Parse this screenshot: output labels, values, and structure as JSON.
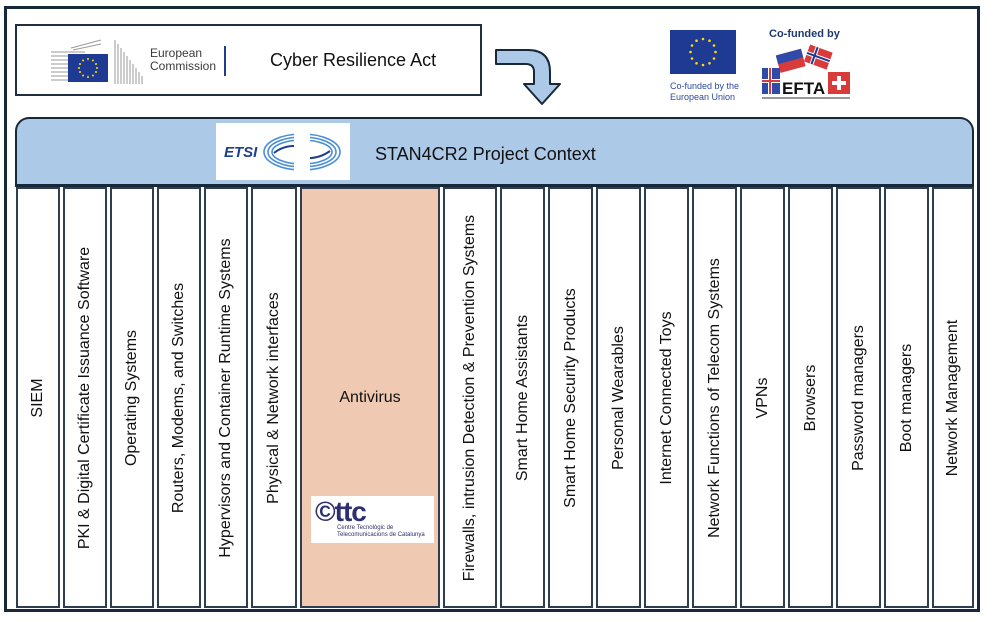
{
  "header": {
    "ec_logo_line1": "European",
    "ec_logo_line2": "Commission",
    "cra_title": "Cyber Resilience Act",
    "eu_caption_line1": "Co-funded by the",
    "eu_caption_line2": "European Union",
    "efta_title": "Co-funded by",
    "efta_word": "EFTA"
  },
  "context": {
    "logo_text": "ETSI",
    "title": "STAN4CR2 Project Context"
  },
  "columns": [
    {
      "label": "SIEM"
    },
    {
      "label": "PKI & Digital Certificate Issuance Software"
    },
    {
      "label": "Operating Systems"
    },
    {
      "label": "Routers, Modems, and Switches"
    },
    {
      "label": "Hypervisors and Container Runtime Systems"
    },
    {
      "label": "Physical & Network interfaces"
    },
    {
      "label": "Antivirus",
      "highlighted": true,
      "partner_logo": "cttc",
      "partner_line1": "Centre Tecnològic de",
      "partner_line2": "Telecomunicacions de Catalunya"
    },
    {
      "label": "Firewalls, intrusion Detection & Prevention Systems"
    },
    {
      "label": "Smart Home Assistants"
    },
    {
      "label": "Smart Home Security Products"
    },
    {
      "label": "Personal Wearables"
    },
    {
      "label": "Internet Connected Toys"
    },
    {
      "label": "Network Functions of Telecom Systems"
    },
    {
      "label": "VPNs"
    },
    {
      "label": "Browsers"
    },
    {
      "label": "Password managers"
    },
    {
      "label": "Boot managers"
    },
    {
      "label": "Network Management"
    }
  ],
  "colors": {
    "context_fill": "#adc9e8",
    "highlight_fill": "#efc9b1",
    "border": "#17283a",
    "eu_blue": "#1f3a93",
    "eu_star": "#ffdd00"
  }
}
